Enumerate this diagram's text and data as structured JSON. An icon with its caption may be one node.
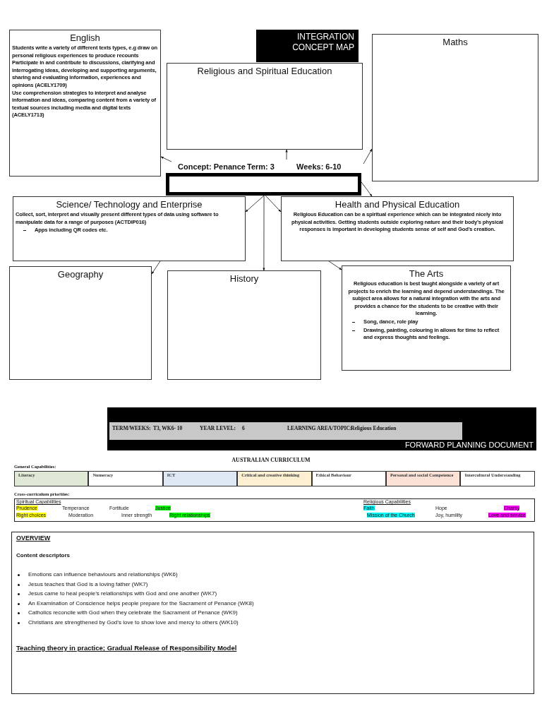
{
  "diagram": {
    "nodes": [
      {
        "text": [
          "English",
          "Students write a variety of different texts types, e.g draw on personal religious experiences to produce recounts",
          "Participate in and contribute to discussions, clarifying and interrogating ideas, developing and supporting arguments, sharing and evaluating information, experiences and opinions (ACELY1709)",
          "Use comprehension strategies to interpret and analyse information and ideas, comparing content from a variety of textual sources including media and digital texts (ACELY1713)"
        ]
      },
      {
        "text": [
          "INTEGRATION CONCEPT MAP"
        ]
      },
      {
        "text": [
          "Religious and Spiritual Education"
        ]
      },
      {
        "text": [
          "Maths"
        ]
      },
      {
        "text": [],
        "shape": "box"
      },
      {
        "text": [
          "Science/ Technology and Enterprise",
          "Collect, sort, interpret and visually present different types of data using software to manipulate data for a range of purposes (ACTDIP016)",
          "Apps including QR codes etc."
        ]
      },
      {
        "text": [
          "Health and Physical Education",
          "Religious Education can be a spiritual experience which can be integrated nicely into physical activities. Getting students outside exploring nature and their body’s physical responses is important in developing students sense of self and God’s creation."
        ]
      },
      {
        "text": [
          "Geography"
        ]
      },
      {
        "text": [
          "History"
        ]
      },
      {
        "text": [
          "The Arts",
          "Religious education is best taught alongside a variety of art projects to enrich the learning and depend understandings. The subject area allows for a natural integration with the arts and provides a chance for the students to be creative with their learning.",
          "Song, dance, role play",
          "Drawing, painting, colouring in allows for time to reflect and express thoughts and feelings."
        ]
      },
      {
        "text": [
          "FORWARD PLANNING DOCUMENT"
        ]
      },
      {
        "text": [
          "TERM/WEEKS:",
          "T3, WK6- 10",
          "YEAR LEVEL:",
          "6",
          "LEARNING AREA/TOPIC:",
          "Religious Education"
        ],
        "in": 10
      }
    ],
    "edges": [
      {
        "from": null,
        "to": 2,
        "arrow": "to"
      },
      {
        "from": null,
        "to": 0,
        "arrow": "to"
      },
      {
        "from": null,
        "to": 3,
        "arrow": "to"
      },
      {
        "from": 4,
        "to": 6,
        "arrow": "to"
      },
      {
        "from": 4,
        "to": 5,
        "arrow": "to"
      },
      {
        "from": 4,
        "to": 8,
        "arrow": "to"
      },
      {
        "from": 4,
        "to": 6,
        "arrow": "to"
      },
      {
        "from": 5,
        "to": 7,
        "arrow": "to"
      },
      {
        "from": 6,
        "to": 9,
        "arrow": "to"
      }
    ],
    "labels": [
      "Concept: Penance",
      "Term: 3",
      "Weeks: 6-10",
      "AUSTRALIAN CURRICULUM",
      "General Capabilities:",
      "Literacy",
      "Numeracy",
      "ICT",
      "Critical and creative thinking",
      "Ethical Behaviour",
      "Personal and social Competence",
      "Intercultural Understanding",
      "Cross-curriculum priorities:",
      "Spiritual Capabilities",
      "Religious Capabilities",
      "Prudence",
      "Temperance",
      "Fortitude",
      "Justice",
      "Faith",
      "Hope",
      "Charity",
      "Right choices",
      "Moderation",
      "Inner strength",
      "Right relationships",
      "Mission of the Church",
      "Joy, humility",
      "Love and service",
      "OVERVIEW",
      "Content descriptors",
      "Emotions can influence behaviours and relationships (WK6)",
      "Jesus teaches that God is a loving father (WK7)",
      "Jesus came to heal people’s relationships with God and one another (WK7)",
      "An Examination of Conscience helps people prepare for the Sacrament of Penance (WK8)",
      "Catholics reconcile with God when they celebrate the Sacrament of Penance (WK9)",
      "Christians are strengthened by God’s love to show love and mercy to others (WK10)",
      "Teaching theory in practice; Gradual Release of Responsibility Model"
    ]
  }
}
